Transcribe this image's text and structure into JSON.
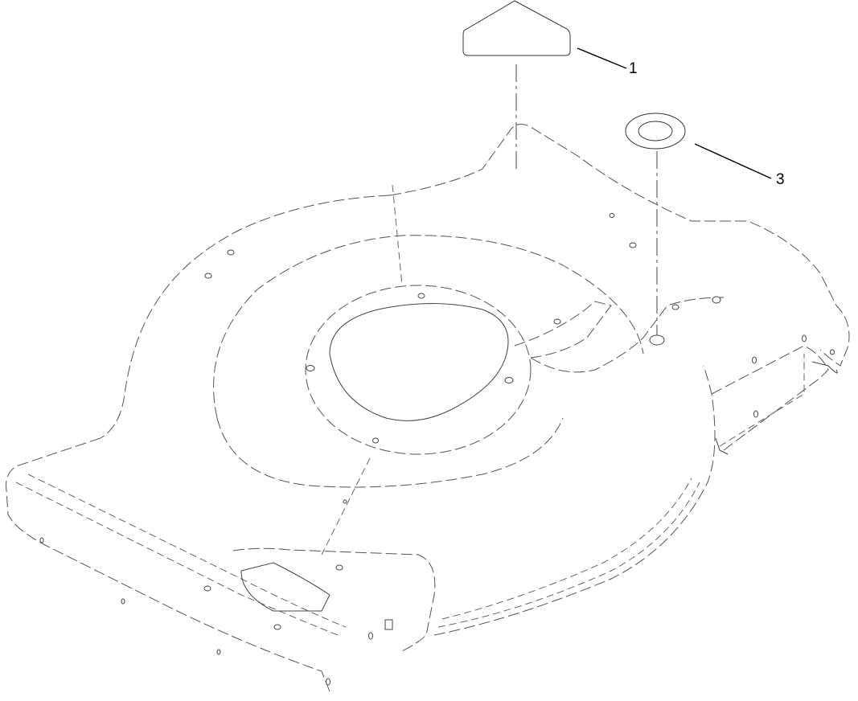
{
  "diagram": {
    "type": "exploded parts view",
    "subject": "lawn mower deck (isometric line drawing)",
    "callouts": [
      {
        "number": "1",
        "part": "triangular decal/plate above deck"
      },
      {
        "number": "3",
        "part": "round washer/grommet above deck hole"
      }
    ],
    "colors": {
      "background": "#ffffff",
      "line": "#444444",
      "leader": "#000000"
    }
  }
}
